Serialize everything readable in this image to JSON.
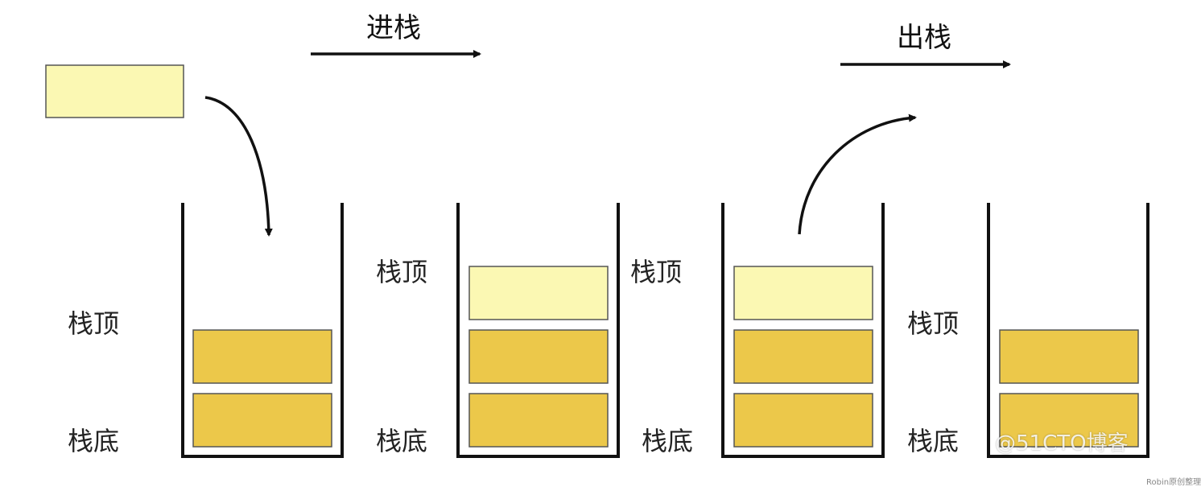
{
  "labels": {
    "push": "进栈",
    "pop": "出栈",
    "top": "栈顶",
    "bottom": "栈底"
  },
  "watermark": {
    "main": "@51CTO博客",
    "small": "Robin原创整理"
  },
  "colors": {
    "element_dark": "#ecc84a",
    "element_light": "#fbf8b3",
    "stroke": "#111111",
    "background": "#ffffff"
  },
  "stacks": [
    {
      "name": "before-push",
      "elements": [
        "dark",
        "dark"
      ]
    },
    {
      "name": "after-push",
      "elements": [
        "dark",
        "dark",
        "light"
      ]
    },
    {
      "name": "before-pop",
      "elements": [
        "dark",
        "dark",
        "light"
      ]
    },
    {
      "name": "after-pop",
      "elements": [
        "dark",
        "dark"
      ]
    }
  ]
}
